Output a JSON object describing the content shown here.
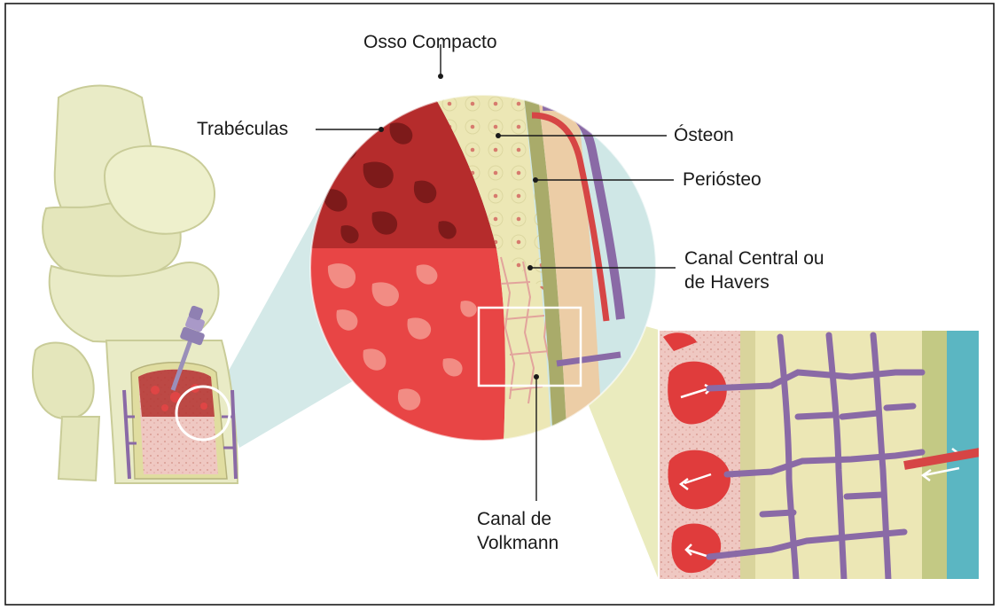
{
  "diagram": {
    "labels": {
      "osso_compacto": "Osso Compacto",
      "trabeculas": "Trabéculas",
      "osteon": "Ósteon",
      "periosteo": "Periósteo",
      "canal_central_l1": "Canal Central ou",
      "canal_central_l2": "de Havers",
      "canal_volkmann_l1": "Canal de",
      "canal_volkmann_l2": "Volkmann"
    },
    "colors": {
      "bone_light": "#e9ebc6",
      "bone_shadow": "#cfd4a5",
      "trabecular_dark": "#b52c2c",
      "trabecular_red": "#e84545",
      "marrow_pink": "#efc7c1",
      "compact_cream": "#ece7b5",
      "periosteum_green": "#a9ab6a",
      "vessel_purple": "#8a6aa6",
      "vessel_red": "#d64545",
      "cyan_layer": "#9fd3d4",
      "zoom_wedge": "#cfe7e6"
    }
  }
}
